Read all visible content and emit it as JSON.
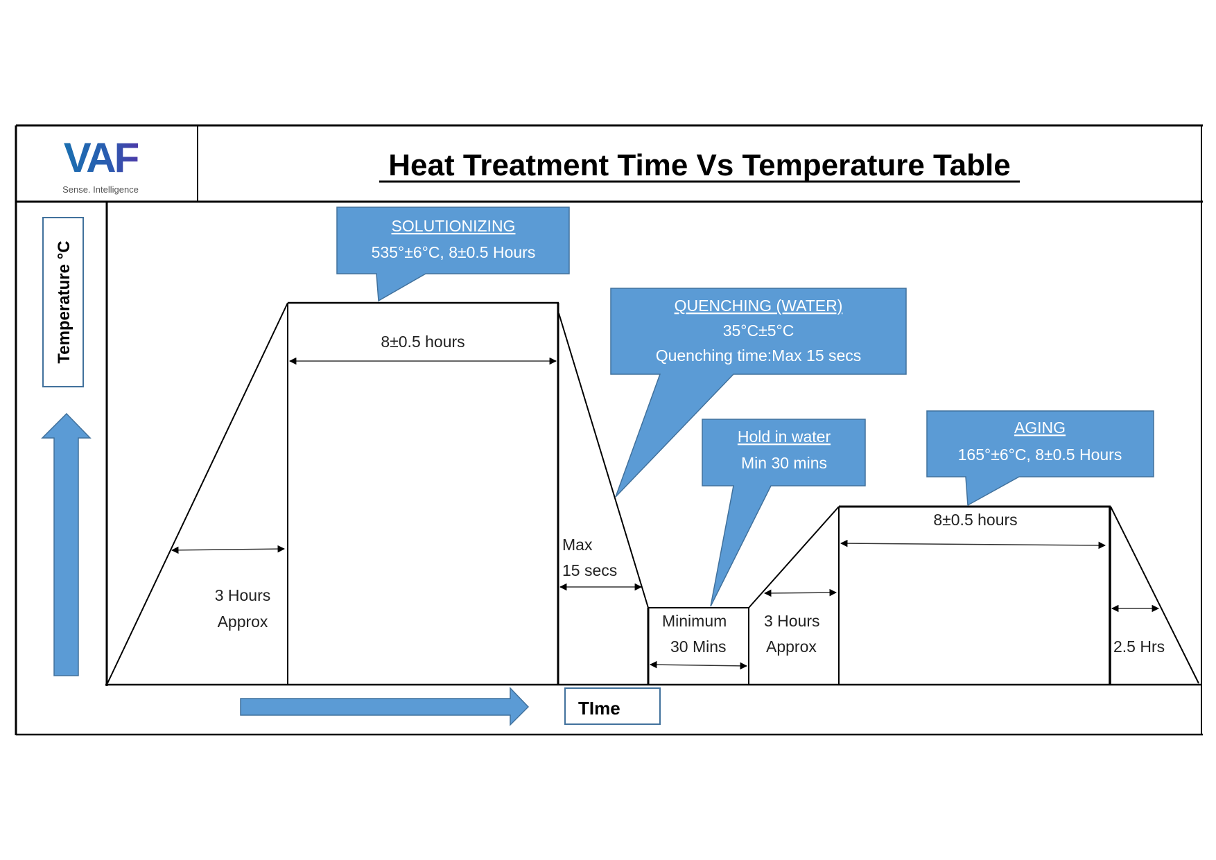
{
  "header": {
    "logo": {
      "text": "VAF",
      "tagline": "Sense. Intelligence"
    },
    "title": "Heat Treatment Time Vs Temperature Table"
  },
  "axes": {
    "y_label": "Temperature °C",
    "x_label": "TIme"
  },
  "callouts": {
    "solutionizing": {
      "title": "SOLUTIONIZING",
      "lines": [
        "535°±6°C, 8±0.5 Hours"
      ]
    },
    "quenching": {
      "title": "QUENCHING (WATER)",
      "lines": [
        "35°C±5°C",
        "Quenching time:Max 15 secs"
      ]
    },
    "hold": {
      "title": "Hold in water",
      "lines": [
        "Min 30 mins"
      ]
    },
    "aging": {
      "title": "AGING",
      "lines": [
        "165°±6°C, 8±0.5 Hours"
      ]
    }
  },
  "annotations": {
    "ramp1": [
      "3 Hours",
      "Approx"
    ],
    "solution_hold": "8±0.5 hours",
    "quench_time": [
      "Max",
      "15 secs"
    ],
    "water_hold": [
      "Minimum",
      "30 Mins"
    ],
    "ramp2": [
      "3 Hours",
      "Approx"
    ],
    "aging_hold": "8±0.5 hours",
    "cooldown": "2.5 Hrs"
  },
  "colors": {
    "callout_fill": "#5b9bd5",
    "callout_stroke": "#41719c",
    "logo_blue": "#1a6fb0",
    "logo_purple": "#4b3aa8",
    "line": "#000000"
  }
}
